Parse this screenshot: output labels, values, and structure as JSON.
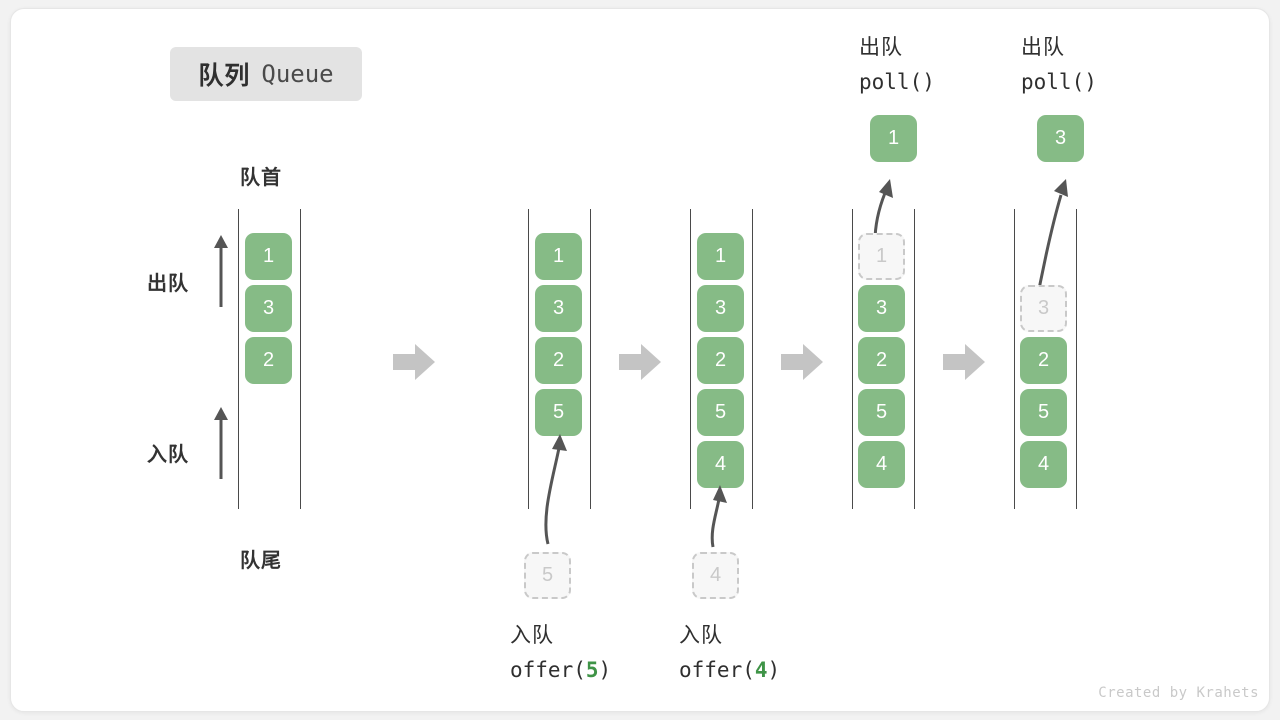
{
  "title": {
    "cn": "队列",
    "en": "Queue"
  },
  "labels": {
    "head": "队首",
    "tail": "队尾",
    "dequeue_side": "出队",
    "enqueue_side": "入队"
  },
  "watermark": "Created by Krahets",
  "accent_green": "#86bb86",
  "accent_green_text": "#3f9447",
  "rail_color": "#4a4a4a",
  "ghost_color": "#c9c9c9",
  "arrow_color": "#c4c4c4",
  "columns": [
    {
      "id": "state-initial",
      "items": [
        "1",
        "3",
        "2"
      ],
      "ghost_index": null,
      "caption": null,
      "input_ghost": null,
      "output_box": null,
      "output_caption": null
    },
    {
      "id": "state-after-offer-5",
      "items": [
        "1",
        "3",
        "2",
        "5"
      ],
      "ghost_index": null,
      "caption": {
        "cn": "入队",
        "fn_prefix": "offer(",
        "fn_value": "5",
        "fn_suffix": ")"
      },
      "input_ghost": "5",
      "output_box": null,
      "output_caption": null
    },
    {
      "id": "state-after-offer-4",
      "items": [
        "1",
        "3",
        "2",
        "5",
        "4"
      ],
      "ghost_index": null,
      "caption": {
        "cn": "入队",
        "fn_prefix": "offer(",
        "fn_value": "4",
        "fn_suffix": ")"
      },
      "input_ghost": "4",
      "output_box": null,
      "output_caption": null
    },
    {
      "id": "state-after-poll-1",
      "items": [
        "1",
        "3",
        "2",
        "5",
        "4"
      ],
      "ghost_index": 0,
      "caption": null,
      "input_ghost": null,
      "output_box": "1",
      "output_caption": {
        "cn": "出队",
        "fn": "poll()"
      }
    },
    {
      "id": "state-after-poll-3",
      "items": [
        "3",
        "2",
        "5",
        "4"
      ],
      "ghost_index": 0,
      "caption": null,
      "input_ghost": null,
      "output_box": "3",
      "output_caption": {
        "cn": "出队",
        "fn": "poll()"
      }
    }
  ],
  "step_arrows": [
    {
      "id": "step-arrow-1"
    },
    {
      "id": "step-arrow-2"
    },
    {
      "id": "step-arrow-3"
    },
    {
      "id": "step-arrow-4"
    }
  ]
}
